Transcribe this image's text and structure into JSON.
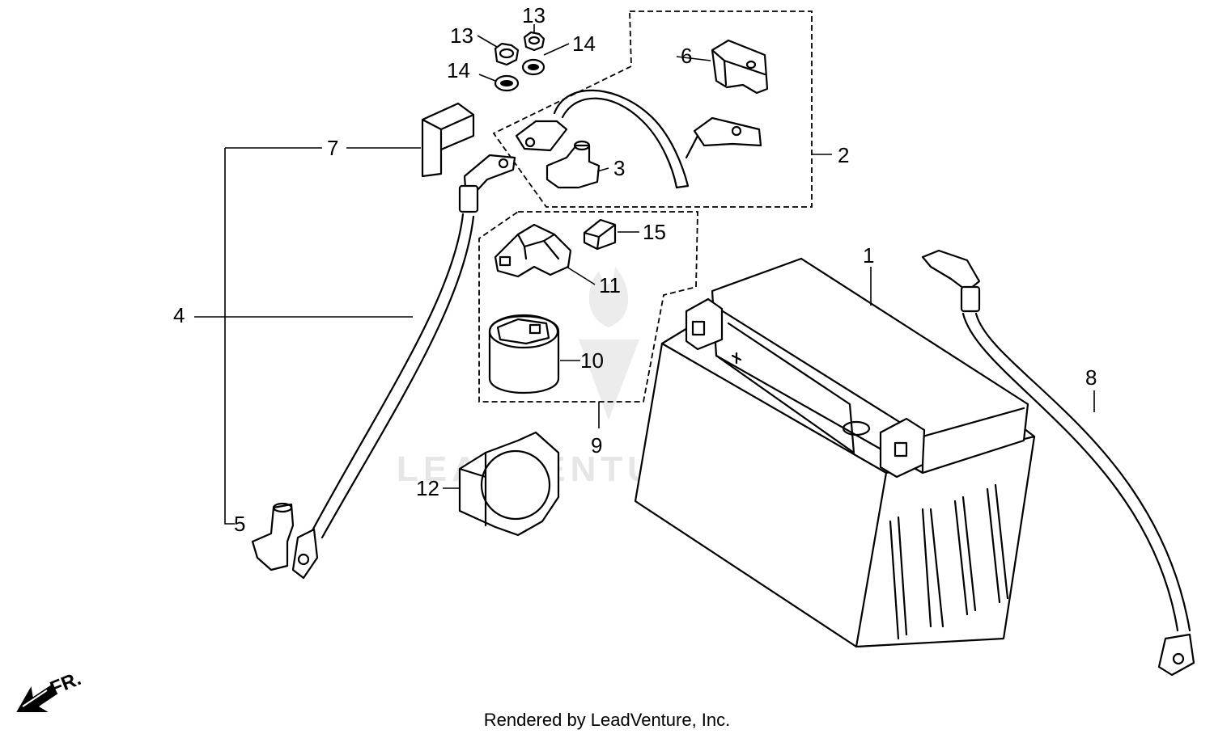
{
  "diagram": {
    "callouts": {
      "c1": "1",
      "c2": "2",
      "c3": "3",
      "c4": "4",
      "c5": "5",
      "c6": "6",
      "c7": "7",
      "c8": "8",
      "c9": "9",
      "c10": "10",
      "c11": "11",
      "c12": "12",
      "c13a": "13",
      "c13b": "13",
      "c14a": "14",
      "c14b": "14",
      "c15": "15"
    },
    "direction_label": "FR.",
    "watermark": "LEADVENTURE"
  },
  "footer": "Rendered by LeadVenture, Inc."
}
